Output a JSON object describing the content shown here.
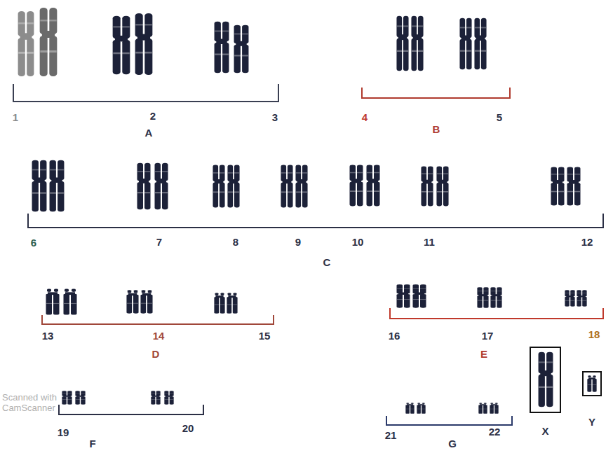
{
  "diagram": {
    "nodes": [
      {
        "text": [
          "X"
        ]
      },
      {
        "text": [
          "Y"
        ]
      }
    ],
    "labels": [
      "1",
      "2",
      "3",
      "A",
      "4",
      "5",
      "B",
      "6",
      "7",
      "8",
      "9",
      "10",
      "11",
      "12",
      "C",
      "13",
      "14",
      "15",
      "D",
      "16",
      "17",
      "18",
      "E",
      "Scanned with CamScanner",
      "19",
      "20",
      "F",
      "21",
      "22",
      "G"
    ]
  }
}
